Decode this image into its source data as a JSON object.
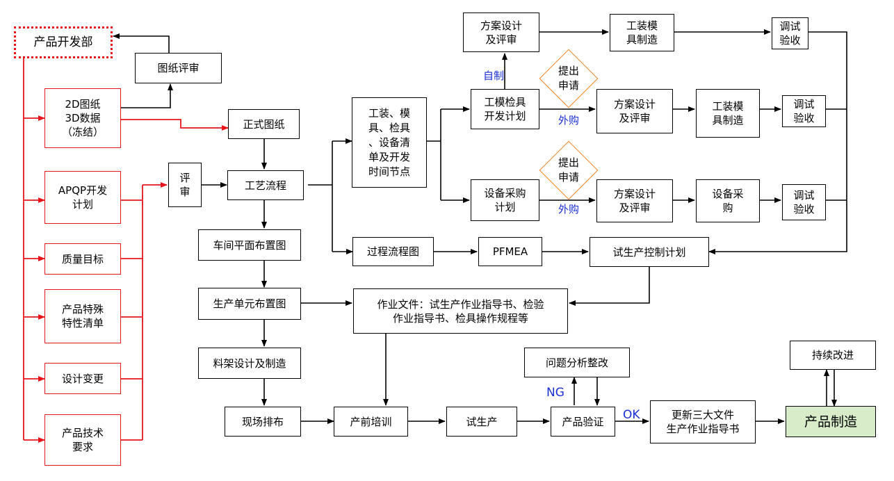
{
  "nodes": {
    "product_dev_dept": "产品开发部",
    "drawing_review": "图纸评审",
    "drawings_2d3d": "2D图纸\n3D数据\n（冻结）",
    "apqp_plan": "APQP开发\n计划",
    "quality_target": "质量目标",
    "special_char_list": "产品特殊\n特性清单",
    "design_change": "设计变更",
    "tech_requirements": "产品技术\n要求",
    "formal_drawing": "正式图纸",
    "review": "评\n审",
    "process_flow": "工艺流程",
    "workshop_layout": "车间平面布置图",
    "cell_layout": "生产单元布置图",
    "rack_design": "料架设计及制造",
    "onsite_layout": "现场排布",
    "tooling_timeline": "工装、模\n具、检具\n、设备清\n单及开发\n时间节点",
    "process_flow_chart": "过程流程图",
    "pfmea": "PFMEA",
    "trial_control_plan": "试生产控制计划",
    "work_docs": "作业文件：试生产作业指导书、检验\n作业指导书、检具操作规程等",
    "pretrain": "产前培训",
    "trial_production": "试生产",
    "product_verify": "产品验证",
    "problem_analysis": "问题分析整改",
    "update_docs": "更新三大文件\n生产作业指导书",
    "production": "产品制造",
    "continuous_improve": "持续改进",
    "scheme_top": "方案设计\n及评审",
    "tooling_top": "工装模\n具制造",
    "accept_top": "调试\n验收",
    "gauge_plan": "工模检具\n开发计划",
    "scheme_mid": "方案设计\n及评审",
    "tooling_mid": "工装模\n具制造",
    "accept_mid": "调试\n验收",
    "equip_plan": "设备采购\n计划",
    "scheme_bot": "方案设计\n及评审",
    "equip_buy": "设备采\n购",
    "accept_bot": "调试\n验收",
    "apply_1": "提出\n申请",
    "apply_2": "提出\n申请"
  },
  "labels": {
    "self_made": "自制",
    "outsource_1": "外购",
    "outsource_2": "外购",
    "ng": "NG",
    "ok": "OK"
  },
  "colors": {
    "red_line": "#e8141c",
    "diamond_border": "#f0821e",
    "label_blue": "#1a2fd8",
    "production_fill": "#d8ecc9"
  }
}
